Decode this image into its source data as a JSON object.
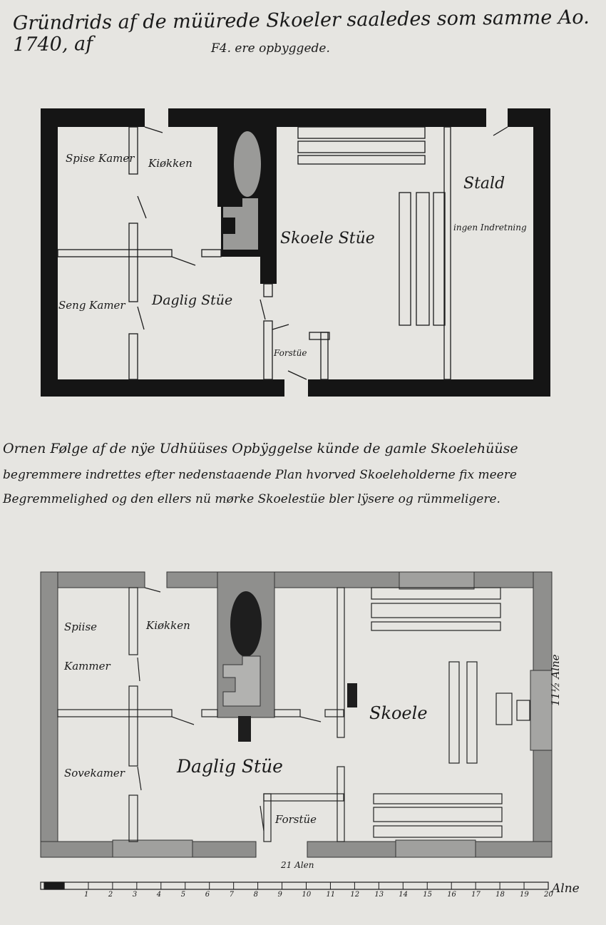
{
  "header": {
    "title_line1": "Gründrids af de müürede Skoeler saaledes som samme Ao. 1740, af",
    "title_line2": "F4. ere opbyggede."
  },
  "plan_top": {
    "rooms": {
      "spise_kammer": "Spise Kamer",
      "kiokken": "Kiøkken",
      "skoele_stue": "Skoele Stüe",
      "stald": "Stald",
      "stald_note": "ingen Indretning",
      "seng_kammer": "Seng Kamer",
      "daglig_stue": "Daglig Stüe",
      "forstue": "Forstüe"
    }
  },
  "note": {
    "line1": "Ornen Følge af de nÿe Udhüüses Opbÿggelse künde de gamle Skoelehüüse",
    "line2": "begremmere indrettes efter nedenstaaende Plan hvorved Skoeleholderne fix meere",
    "line3": "Begremmelighed og den ellers nü mørke Skoelestüe bler lÿsere og rümmeligere."
  },
  "plan_bottom": {
    "rooms": {
      "spise": "Spiise",
      "kammer": "Kammer",
      "kiokken": "Kiøkken",
      "skoele": "Skoele",
      "sovekammer": "Sovekamer",
      "daglig_stue": "Daglig Stüe",
      "forstue": "Forstüe"
    },
    "width_label": "21 Alen",
    "depth_label": "11½ Alne"
  },
  "scale_bar": {
    "numbers": [
      "1",
      "2",
      "3",
      "4",
      "5",
      "6",
      "7",
      "8",
      "9",
      "10",
      "11",
      "12",
      "13",
      "14",
      "15",
      "16",
      "17",
      "18",
      "19",
      "20"
    ],
    "unit": "Alne"
  },
  "colors": {
    "paper": "#e6e5e1",
    "ink": "#1a1a1a",
    "wall_wash": "#8f8f8d"
  }
}
